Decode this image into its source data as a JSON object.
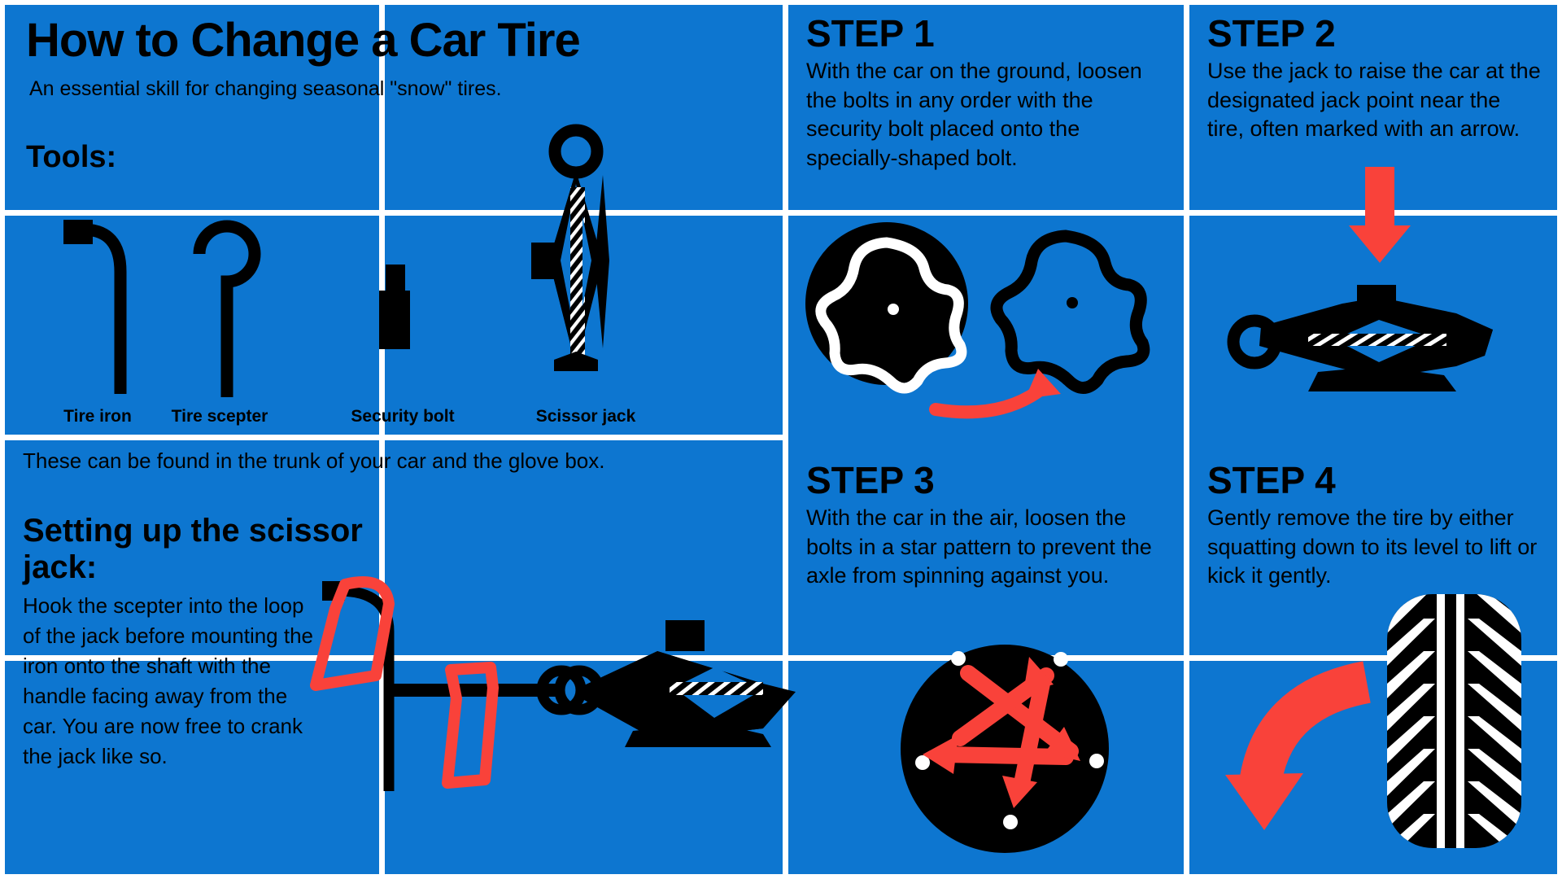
{
  "colors": {
    "background_blue": "#0d76d0",
    "seam_white": "#ffffff",
    "ink_black": "#000000",
    "accent_red": "#f9423a"
  },
  "header": {
    "title": "How to Change a Car Tire",
    "subtitle": "An essential skill for changing seasonal \"snow\" tires.",
    "tools_heading": "Tools:"
  },
  "tools": [
    {
      "label": "Tire iron",
      "icon": "tire-iron-icon"
    },
    {
      "label": "Tire scepter",
      "icon": "tire-scepter-icon"
    },
    {
      "label": "Security bolt",
      "icon": "security-bolt-icon"
    },
    {
      "label": "Scissor jack",
      "icon": "scissor-jack-icon"
    }
  ],
  "tools_note": "These can be found in the trunk of your car and the glove box.",
  "setup": {
    "heading": "Setting up the scissor jack:",
    "body": "Hook the scepter into the loop of the jack before mounting the iron onto the shaft with the handle facing away from the car. You are now free to crank the jack like so."
  },
  "steps": [
    {
      "heading": "STEP 1",
      "body": "With the car on the ground, loosen the bolts in any order with the security bolt placed onto the specially-shaped bolt.",
      "illustration": "security-bolt-and-socket-illustration"
    },
    {
      "heading": "STEP 2",
      "body": "Use the jack to raise the car at the designated jack point near the tire, often marked with an arrow.",
      "illustration": "jack-lifting-with-down-arrow-illustration"
    },
    {
      "heading": "STEP 3",
      "body": "With the car in the air, loosen the bolts in a star pattern to prevent the axle from spinning against you.",
      "illustration": "star-pattern-bolt-order-illustration"
    },
    {
      "heading": "STEP 4",
      "body": "Gently remove the tire by either squatting down to its level to lift or kick it gently.",
      "illustration": "tire-removal-illustration"
    }
  ]
}
